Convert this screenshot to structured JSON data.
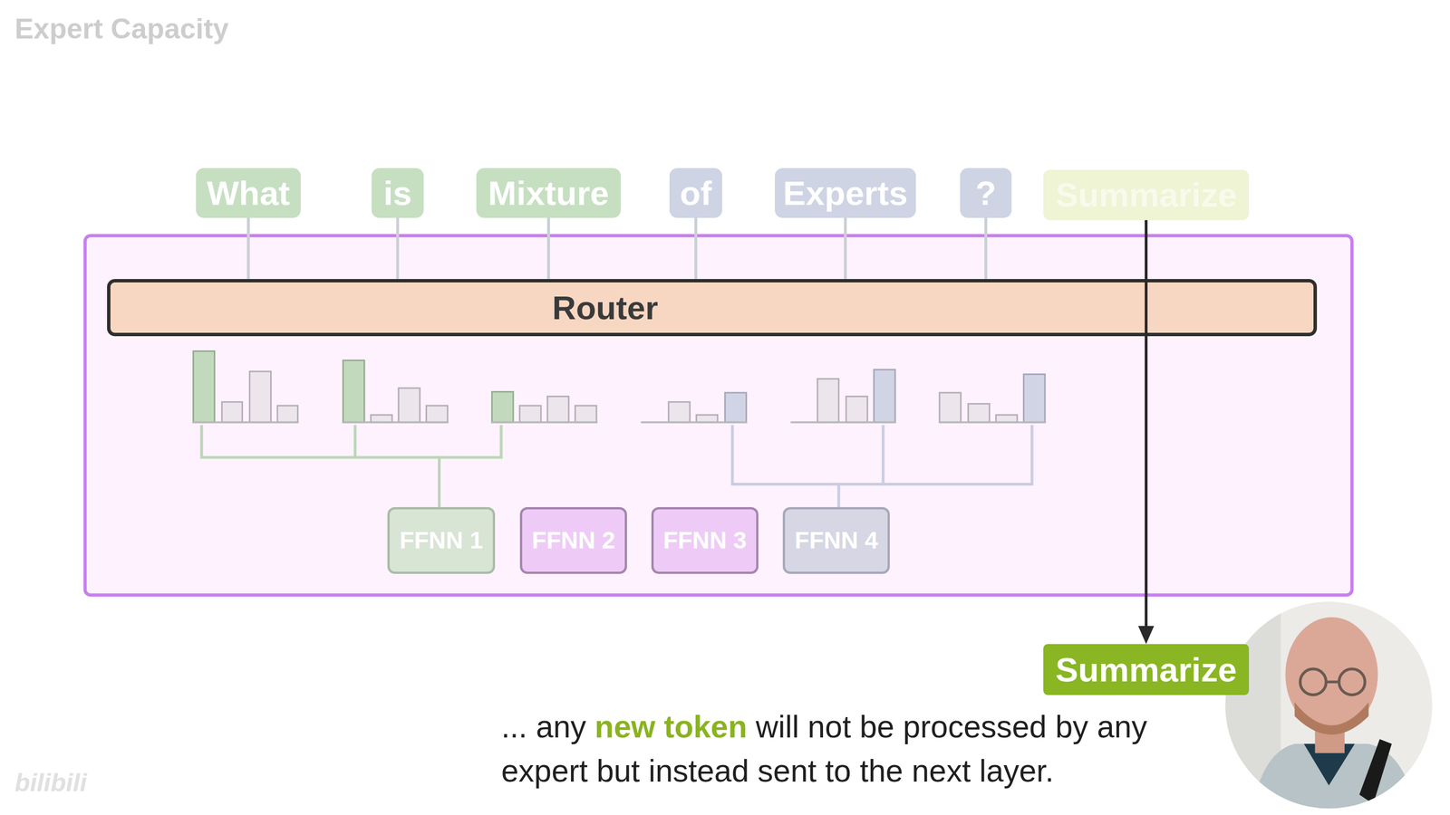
{
  "diagram": {
    "title": "Expert Capacity",
    "caption": "... any new token will not be processed by any expert but instead sent to the next layer.",
    "nodes": [
      {
        "text": [
          "What"
        ]
      },
      {
        "text": [
          "is"
        ]
      },
      {
        "text": [
          "Mixture"
        ]
      },
      {
        "text": [
          "of"
        ]
      },
      {
        "text": [
          "Experts"
        ]
      },
      {
        "text": [
          "?"
        ]
      },
      {
        "text": [
          "Summarize"
        ]
      },
      {
        "text": [
          "Router"
        ]
      },
      {
        "text": [
          "FFNN 1"
        ]
      },
      {
        "text": [
          "FFNN 2"
        ]
      },
      {
        "text": [
          "FFNN 3"
        ]
      },
      {
        "text": [
          "FFNN 4"
        ]
      },
      {
        "text": [
          "Summarize"
        ]
      }
    ],
    "edges": [
      {
        "from": 0,
        "to": 7,
        "arrow": "none"
      },
      {
        "from": 1,
        "to": 7,
        "arrow": "none"
      },
      {
        "from": 2,
        "to": 7,
        "arrow": "none"
      },
      {
        "from": 3,
        "to": 7,
        "arrow": "none"
      },
      {
        "from": 4,
        "to": 7,
        "arrow": "none"
      },
      {
        "from": 5,
        "to": 7,
        "arrow": "none"
      },
      {
        "from": 6,
        "to": 12,
        "arrow": "to"
      }
    ],
    "labels": [
      "bilibili"
    ]
  }
}
